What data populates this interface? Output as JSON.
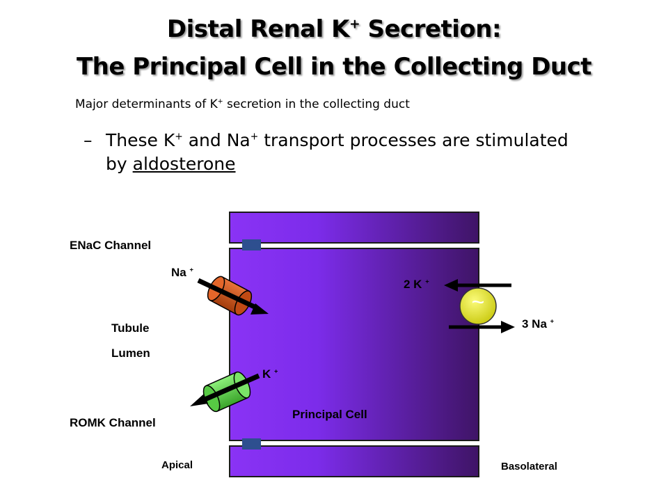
{
  "title": {
    "line1_pre": "Distal Renal K",
    "line1_sup": "+",
    "line1_post": " Secretion:",
    "line2": "The Principal Cell in the Collecting Duct"
  },
  "subtitle": {
    "pre": "Major determinants of K",
    "sup": "+",
    "post": " secretion in the collecting duct"
  },
  "bullet": {
    "dash": "–",
    "text_1": "These K",
    "sup_1": "+",
    "text_2": " and Na",
    "sup_2": "+",
    "text_3": " transport processes are stimulated by ",
    "underlined": "aldosterone"
  },
  "diagram": {
    "enac_label": "ENaC Channel",
    "romk_label": "ROMK Channel",
    "na_ion": "Na",
    "k_ion": "K",
    "plus": "+",
    "tubule": "Tubule",
    "lumen": "Lumen",
    "pump_k": "2 K",
    "pump_na": "3 Na",
    "pump_symbol": "~",
    "cell_label": "Principal Cell",
    "apical": "Apical",
    "basolateral": "Basolateral"
  },
  "colors": {
    "cell_light": "#8a33f5",
    "cell_dark": "#3f1466",
    "tight_junction": "#2e4f8f",
    "enac": "#d2561c",
    "romk": "#5fd84a",
    "pump": "#e6e619",
    "arrow": "#000000"
  }
}
